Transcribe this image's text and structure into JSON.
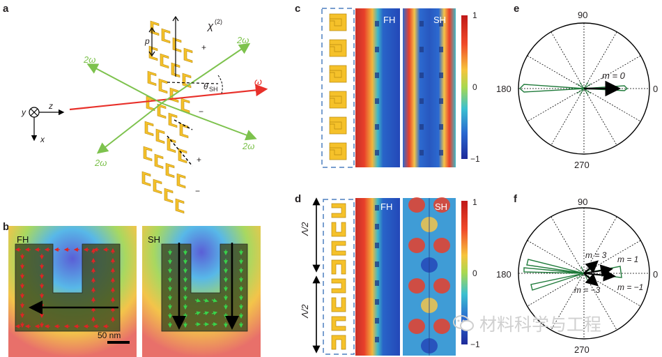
{
  "panels": {
    "a": {
      "letter": "a",
      "labels": {
        "chi": "χ(2)",
        "p": "p",
        "theta": "θSH",
        "omega": "ω",
        "two_omega_ul": "2ω",
        "two_omega_ur": "2ω",
        "two_omega_ll": "2ω",
        "two_omega_lr": "2ω",
        "axis_y": "y",
        "axis_z": "z",
        "axis_x": "x",
        "sign_plus_1": "+",
        "sign_minus_1": "−",
        "sign_plus_2": "+",
        "sign_minus_2": "−"
      }
    },
    "b": {
      "letter": "b",
      "fh_label": "FH",
      "sh_label": "SH",
      "scale_bar": "50 nm"
    },
    "c": {
      "letter": "c",
      "fh_label": "FH",
      "sh_label": "SH",
      "colorbar_ticks": [
        "1",
        "0",
        "−1"
      ]
    },
    "d": {
      "letter": "d",
      "fh_label": "FH",
      "sh_label": "SH",
      "lambda_top": "Λ/2",
      "lambda_bottom": "Λ/2",
      "colorbar_ticks": [
        "1",
        "0",
        "−1"
      ]
    },
    "e": {
      "letter": "e",
      "angle_labels": {
        "top": "90",
        "left": "180",
        "right": "0",
        "bottom": "270"
      },
      "mode_label": "m = 0"
    },
    "f": {
      "letter": "f",
      "angle_labels": {
        "top": "90",
        "left": "180",
        "right": "0",
        "bottom": "270"
      },
      "mode_labels": [
        "m = 3",
        "m = 1",
        "m = −3",
        "m = −1"
      ]
    }
  },
  "watermark": "材料科学与工程",
  "colors": {
    "red_beam": "#e8302a",
    "green_beam": "#7dc24d",
    "gold": "#f5c12a",
    "dark_green_trace": "#1f7a3a",
    "dashed_blue": "#4b7fbf"
  }
}
